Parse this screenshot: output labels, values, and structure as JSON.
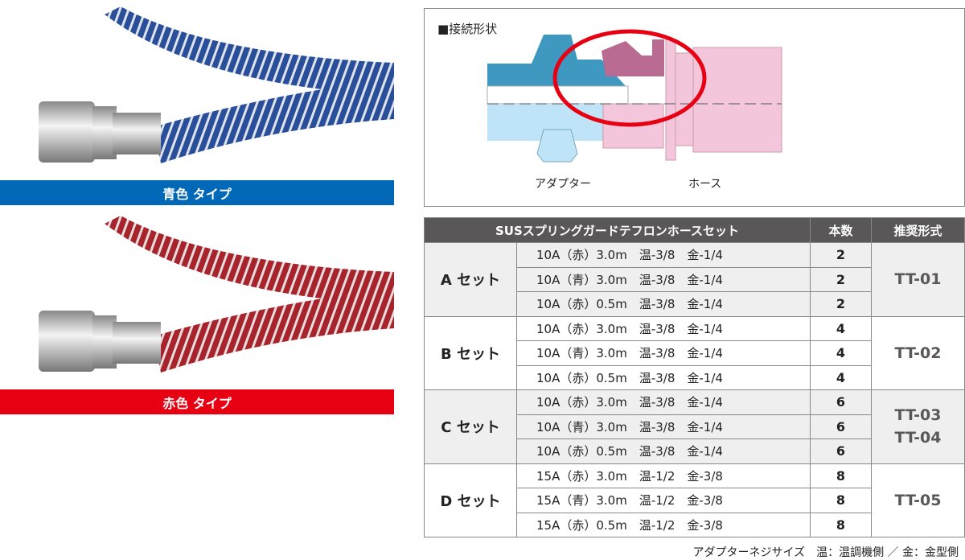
{
  "left": {
    "blue_label": "青色 タイプ",
    "red_label": "赤色 タイプ",
    "blue_color": "#0068b7",
    "red_color": "#e60012"
  },
  "diagram": {
    "title": "■接続形状",
    "adapter_label": "アダプター",
    "hose_label": "ホース"
  },
  "table": {
    "headers": [
      "SUSスプリングガードテフロンホースセット",
      "本数",
      "推奨形式"
    ],
    "groups": [
      {
        "set": "A セット",
        "model": "TT-01",
        "rows": [
          {
            "desc": "10A（赤）3.0m　温-3/8　金-1/4",
            "count": "2"
          },
          {
            "desc": "10A（青）3.0m　温-3/8　金-1/4",
            "count": "2"
          },
          {
            "desc": "10A（赤）0.5m　温-3/8　金-1/4",
            "count": "2"
          }
        ]
      },
      {
        "set": "B セット",
        "model": "TT-02",
        "rows": [
          {
            "desc": "10A（赤）3.0m　温-3/8　金-1/4",
            "count": "4"
          },
          {
            "desc": "10A（青）3.0m　温-3/8　金-1/4",
            "count": "4"
          },
          {
            "desc": "10A（赤）0.5m　温-3/8　金-1/4",
            "count": "4"
          }
        ]
      },
      {
        "set": "C セット",
        "model": "TT-03",
        "model2": "TT-04",
        "rows": [
          {
            "desc": "10A（赤）3.0m　温-3/8　金-1/4",
            "count": "6"
          },
          {
            "desc": "10A（青）3.0m　温-3/8　金-1/4",
            "count": "6"
          },
          {
            "desc": "10A（赤）0.5m　温-3/8　金-1/4",
            "count": "6"
          }
        ]
      },
      {
        "set": "D セット",
        "model": "TT-05",
        "rows": [
          {
            "desc": "15A（赤）3.0m　温-1/2　金-3/8",
            "count": "8"
          },
          {
            "desc": "15A（青）3.0m　温-1/2　金-3/8",
            "count": "8"
          },
          {
            "desc": "15A（赤）0.5m　温-1/2　金-3/8",
            "count": "8"
          }
        ]
      }
    ]
  },
  "note": "アダプターネジサイズ　温：温調機側 ／ 金：金型側"
}
